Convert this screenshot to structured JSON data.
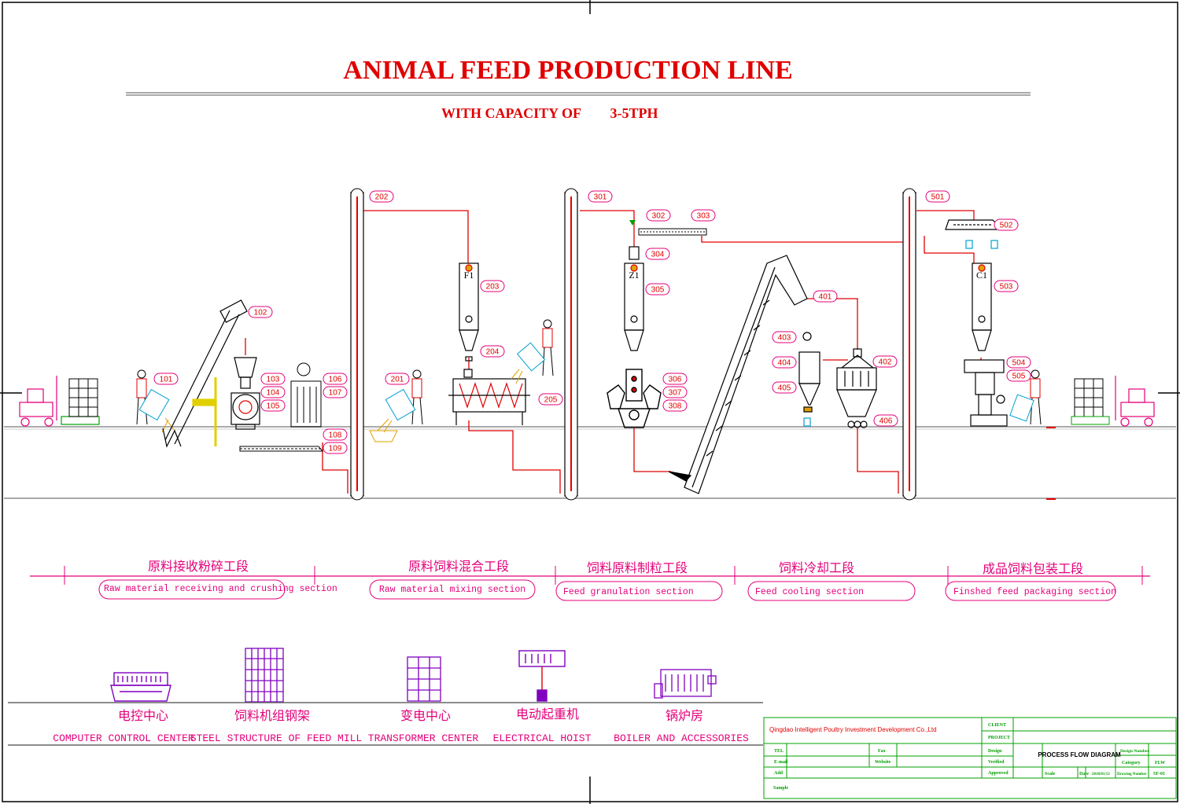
{
  "title": "ANIMAL FEED PRODUCTION LINE",
  "subtitle_label": "WITH CAPACITY OF",
  "subtitle_value": "3-5TPH",
  "tags": [
    "102",
    "101",
    "103",
    "104",
    "105",
    "106",
    "107",
    "108",
    "109",
    "202",
    "201",
    "203",
    "204",
    "205",
    "301",
    "302",
    "303",
    "304",
    "305",
    "306",
    "307",
    "308",
    "401",
    "402",
    "403",
    "404",
    "405",
    "406",
    "501",
    "502",
    "503",
    "504",
    "505"
  ],
  "bin_labels": [
    "F1",
    "Z1",
    "C1"
  ],
  "sections": [
    {
      "cn": "原料接收粉碎工段",
      "en": "Raw material receiving and crushing section"
    },
    {
      "cn": "原料饲料混合工段",
      "en": "Raw material mixing section"
    },
    {
      "cn": "饲料原料制粒工段",
      "en": "Feed  granulation section"
    },
    {
      "cn": "饲料冷却工段",
      "en": "Feed  cooling section"
    },
    {
      "cn": "成品饲料包装工段",
      "en": "Finshed feed  packaging section"
    }
  ],
  "facilities": [
    {
      "cn": "电控中心",
      "en": "COMPUTER CONTROL CENTER",
      "icon": "control-center-icon"
    },
    {
      "cn": "饲料机组钢架",
      "en": "STEEL STRUCTURE OF FEED MILL",
      "icon": "steel-structure-icon"
    },
    {
      "cn": "变电中心",
      "en": "TRANSFORMER CENTER",
      "icon": "transformer-icon"
    },
    {
      "cn": "电动起重机",
      "en": "ELECTRICAL HOIST",
      "icon": "hoist-icon"
    },
    {
      "cn": "锅炉房",
      "en": "BOILER   AND ACCESSORIES",
      "icon": "boiler-icon"
    }
  ],
  "title_block": {
    "company": "Qingdao Intelligent Poultry Investment Development Co.,Ltd",
    "client": "CLIENT",
    "project": "PROJECT",
    "tel": "TEL",
    "fax": "Fax",
    "email": "E-mail",
    "website": "Website",
    "add": "Add",
    "sample": "Sample",
    "design": "Design",
    "verified": "Verified",
    "approved": "Approved",
    "drawing": "PROCESS FLOW DIAGRAM",
    "design_number": "Design Number",
    "category": "Category",
    "category_value": "FLW",
    "scale": "Scale",
    "date": "Date",
    "date_value": "2018/01/12",
    "drawing_number": "Drawing Number",
    "drawing_number_value": "SF-01"
  },
  "colors": {
    "title": "#e00000",
    "pipe": "#e00000",
    "section": "#e4007a",
    "facility": "#8000c0",
    "title_block": "#00a000"
  }
}
